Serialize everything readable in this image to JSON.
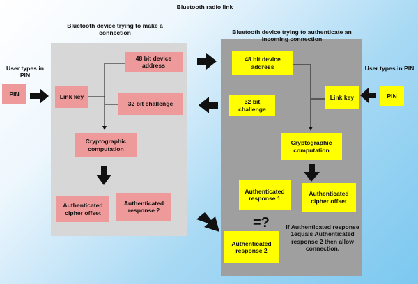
{
  "labels": {
    "radio_link": "Bluetooth radio link",
    "initiator_title": "Bluetooth device trying to make a connection",
    "responder_title": "Bluetooth device trying to authenticate an incoming connection",
    "user_types_left": "User types in PIN",
    "user_types_right": "User types in PIN",
    "equals_question": "=?",
    "rule_text": "If Authenticated response 1equals Authenticated response 2 then allow connection."
  },
  "initiator": {
    "pin": "PIN",
    "link_key": "Link key",
    "device_address": "48 bit device address",
    "challenge": "32 bit challenge",
    "crypto": "Cryptographic computation",
    "cipher_offset": "Authenticated cipher offset",
    "response": "Authenticated response 2"
  },
  "responder": {
    "pin": "PIN",
    "link_key": "Link key",
    "device_address": "48 bit device address",
    "challenge": "32 bit challenge",
    "crypto": "Cryptographic computation",
    "response_1": "Authenticated response 1",
    "cipher_offset": "Authenticated cipher offset",
    "response_2": "Authenticated response 2"
  },
  "colors": {
    "initiator_box": "#ee9a9a",
    "responder_box": "#ffff00",
    "initiator_panel": "#d7d7d7",
    "responder_panel": "#9f9f9f",
    "arrow": "#111111"
  }
}
